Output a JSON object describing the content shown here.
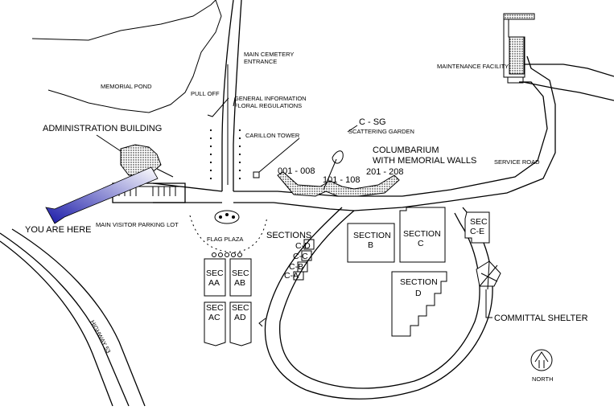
{
  "map": {
    "labels": {
      "memorial_pond": "MEMORIAL POND",
      "main_cemetery_entrance_1": "MAIN CEMETERY",
      "main_cemetery_entrance_2": "ENTRANCE",
      "pull_off": "PULL OFF",
      "general_information": "GENERAL INFORMATION",
      "floral_regulations": "FLORAL REGULATIONS",
      "carillon_tower": "CARILLON TOWER",
      "administration_building": "ADMINISTRATION BUILDING",
      "you_are_here": "YOU ARE HERE",
      "main_visitor_parking_lot": "MAIN VISITOR PARKING LOT",
      "flag_plaza": "FLAG PLAZA",
      "c_sg": "C - SG",
      "scattering_garden": "SCATTERING GARDEN",
      "columbarium_1": "COLUMBARIUM",
      "columbarium_2": "WITH MEMORIAL WALLS",
      "wall_001_008": "001 - 008",
      "wall_101_108": "101 - 108",
      "wall_201_208": "201 - 208",
      "maintenance_facility": "MAINTENANCE FACILITY",
      "service_road": "SERVICE ROAD",
      "sections": "SECTIONS",
      "committal_shelter": "COMMITTAL SHELTER",
      "highway_53": "HIGHWAY 53",
      "north": "NORTH"
    },
    "sections": {
      "b": [
        "SECTION",
        "B"
      ],
      "c": [
        "SECTION",
        "C"
      ],
      "d": [
        "SECTION",
        "D"
      ],
      "ce": [
        "SEC",
        "C-E"
      ],
      "aa": [
        "SEC",
        "AA"
      ],
      "ab": [
        "SEC",
        "AB"
      ],
      "ac": [
        "SEC",
        "AC"
      ],
      "ad": [
        "SEC",
        "AD"
      ],
      "cd": "C-D",
      "cc": "C-C",
      "cb": "C-B",
      "ca": "C-A"
    },
    "colors": {
      "you_are_here_arrow_start": "#ffffff",
      "you_are_here_arrow_end": "#1a1aa8",
      "line": "#000000"
    }
  }
}
